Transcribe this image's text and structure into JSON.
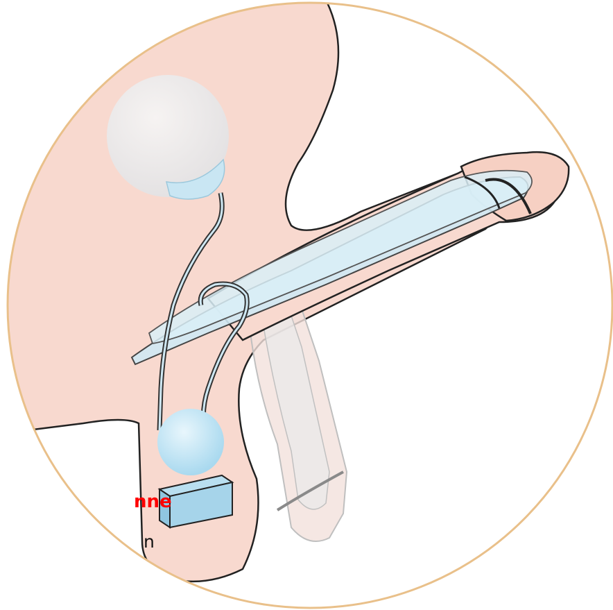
{
  "caption": {
    "title_fragment": "nne",
    "subtitle_fragment": "n"
  },
  "colors": {
    "circle_border": "#e9c08a",
    "skin": "#f8d9cf",
    "device_blue": "#c9e6f3",
    "reservoir_gray": "#ededee",
    "outline": "#222222",
    "caption_red": "#ff0000"
  },
  "parts": [
    {
      "name": "reservoir",
      "icon": "sphere"
    },
    {
      "name": "pump",
      "icon": "sphere"
    },
    {
      "name": "valve-block",
      "icon": "box"
    },
    {
      "name": "inflatable-cylinders",
      "icon": "cylinder"
    },
    {
      "name": "tubing",
      "icon": "line"
    }
  ]
}
